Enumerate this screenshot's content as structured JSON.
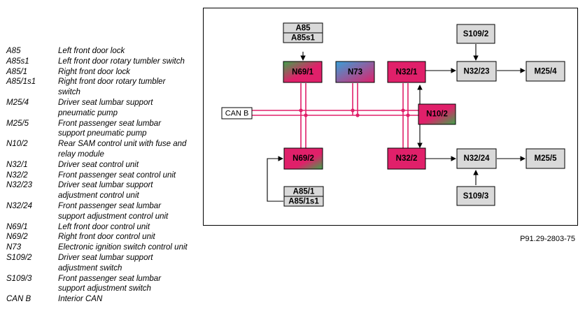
{
  "legend": {
    "items": [
      {
        "code": "A85",
        "desc": "Left front door lock"
      },
      {
        "code": "A85s1",
        "desc": "Left front door rotary tumbler switch"
      },
      {
        "code": "A85/1",
        "desc": "Right front door lock"
      },
      {
        "code": "A85/1s1",
        "desc": "Right front door rotary tumbler switch"
      },
      {
        "code": "M25/4",
        "desc": "Driver seat lumbar support pneumatic pump"
      },
      {
        "code": "M25/5",
        "desc": "Front passenger seat lumbar support pneumatic pump"
      },
      {
        "code": "N10/2",
        "desc": "Rear SAM control unit with fuse and relay module"
      },
      {
        "code": "N32/1",
        "desc": "Driver seat control unit"
      },
      {
        "code": "N32/2",
        "desc": "Front passenger seat control unit"
      },
      {
        "code": "N32/23",
        "desc": "Driver seat lumbar support adjustment control unit"
      },
      {
        "code": "N32/24",
        "desc": "Front passenger seat lumbar support adjustment control unit"
      },
      {
        "code": "N69/1",
        "desc": "Left front door control unit"
      },
      {
        "code": "N69/2",
        "desc": "Right front door control unit"
      },
      {
        "code": "N73",
        "desc": "Electronic ignition switch control unit"
      },
      {
        "code": "S109/2",
        "desc": "Driver seat lumbar support adjustment switch"
      },
      {
        "code": "S109/3",
        "desc": "Front passenger seat lumbar support adjustment switch"
      },
      {
        "code": "CAN B",
        "desc": "Interior CAN"
      }
    ]
  },
  "diagram": {
    "boxes": {
      "a85": "A85",
      "a85s1": "A85s1",
      "n69_1": "N69/1",
      "n73": "N73",
      "n32_1": "N32/1",
      "s109_2": "S109/2",
      "n32_23": "N32/23",
      "m25_4": "M25/4",
      "can_b": "CAN B",
      "n10_2": "N10/2",
      "n69_2": "N69/2",
      "n32_2": "N32/2",
      "n32_24": "N32/24",
      "m25_5": "M25/5",
      "a85_1": "A85/1",
      "a85_1s1": "A85/1s1",
      "s109_3": "S109/3"
    },
    "colors": {
      "bus": "#e0206a",
      "unit_pink": "#e0206a",
      "unit_green": "#3fa34a",
      "unit_blue": "#3aa0d8",
      "component_gray": "#d9d9d9"
    }
  },
  "reference": "P91.29-2803-75"
}
